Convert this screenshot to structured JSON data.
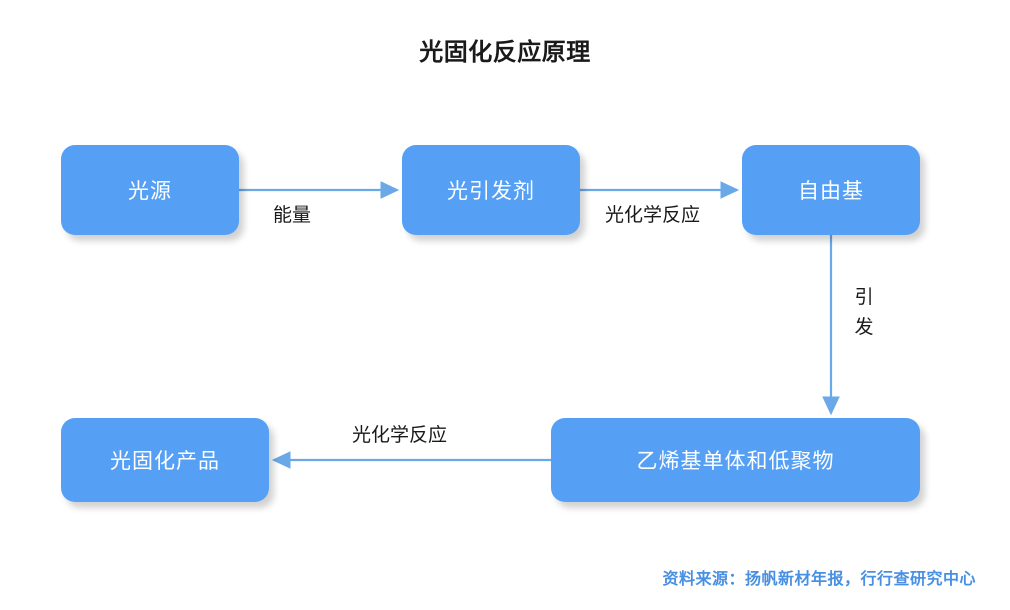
{
  "title": "光固化反应原理",
  "theme": {
    "node_fill": "#55a0f5",
    "node_text": "#ffffff",
    "connector": "#6aa8e8",
    "title_color": "#1a1a1a",
    "source_color": "#4a90e2",
    "background": "#ffffff"
  },
  "nodes": [
    {
      "id": "light-source",
      "label": "光源"
    },
    {
      "id": "initiator",
      "label": "光引发剂"
    },
    {
      "id": "radical",
      "label": "自由基"
    },
    {
      "id": "monomer",
      "label": "乙烯基单体和低聚物"
    },
    {
      "id": "product",
      "label": "光固化产品"
    }
  ],
  "edges": [
    {
      "id": "energy",
      "from": "light-source",
      "to": "initiator",
      "label": "能量",
      "direction": "right"
    },
    {
      "id": "photochem-top",
      "from": "initiator",
      "to": "radical",
      "label": "光化学反应",
      "direction": "right"
    },
    {
      "id": "init",
      "from": "radical",
      "to": "monomer",
      "label": "引发",
      "direction": "down"
    },
    {
      "id": "photochem-bottom",
      "from": "monomer",
      "to": "product",
      "label": "光化学反应",
      "direction": "left"
    }
  ],
  "footer": {
    "source": "资料来源：扬帆新材年报，行行查研究中心"
  }
}
